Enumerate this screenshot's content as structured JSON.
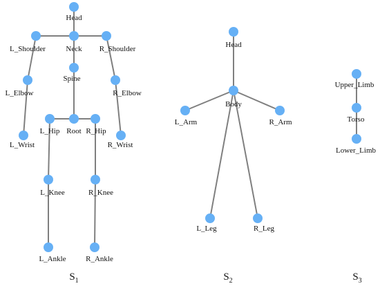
{
  "graphs": [
    {
      "id": "s1",
      "caption": {
        "letter": "S",
        "subscript": "1"
      },
      "nodes": [
        {
          "id": "head",
          "label": "Head"
        },
        {
          "id": "neck",
          "label": "Neck"
        },
        {
          "id": "lsh",
          "label": "L_Shoulder"
        },
        {
          "id": "rsh",
          "label": "R_Shoulder"
        },
        {
          "id": "spine",
          "label": "Spine"
        },
        {
          "id": "lelb",
          "label": "L_Elbow"
        },
        {
          "id": "relb",
          "label": "R_Elbow"
        },
        {
          "id": "lwr",
          "label": "L_Wrist"
        },
        {
          "id": "rwr",
          "label": "R_Wrist"
        },
        {
          "id": "root",
          "label": "Root"
        },
        {
          "id": "lhip",
          "label": "L_Hip"
        },
        {
          "id": "rhip",
          "label": "R_Hip"
        },
        {
          "id": "lknee",
          "label": "L_Knee"
        },
        {
          "id": "rknee",
          "label": "R_Knee"
        },
        {
          "id": "lank",
          "label": "L_Ankle"
        },
        {
          "id": "rank",
          "label": "R_Ankle"
        }
      ],
      "edges": [
        [
          "head",
          "neck"
        ],
        [
          "neck",
          "lsh"
        ],
        [
          "neck",
          "rsh"
        ],
        [
          "neck",
          "spine"
        ],
        [
          "lsh",
          "lelb"
        ],
        [
          "lelb",
          "lwr"
        ],
        [
          "rsh",
          "relb"
        ],
        [
          "relb",
          "rwr"
        ],
        [
          "spine",
          "root"
        ],
        [
          "root",
          "lhip"
        ],
        [
          "root",
          "rhip"
        ],
        [
          "lhip",
          "lknee"
        ],
        [
          "lknee",
          "lank"
        ],
        [
          "rhip",
          "rknee"
        ],
        [
          "rknee",
          "rank"
        ]
      ]
    },
    {
      "id": "s2",
      "caption": {
        "letter": "S",
        "subscript": "2"
      },
      "nodes": [
        {
          "id": "head",
          "label": "Head"
        },
        {
          "id": "body",
          "label": "Body"
        },
        {
          "id": "larm",
          "label": "L_Arm"
        },
        {
          "id": "rarm",
          "label": "R_Arm"
        },
        {
          "id": "lleg",
          "label": "L_Leg"
        },
        {
          "id": "rleg",
          "label": "R_Leg"
        }
      ],
      "edges": [
        [
          "head",
          "body"
        ],
        [
          "body",
          "larm"
        ],
        [
          "body",
          "rarm"
        ],
        [
          "body",
          "lleg"
        ],
        [
          "body",
          "rleg"
        ]
      ]
    },
    {
      "id": "s3",
      "caption": {
        "letter": "S",
        "subscript": "3"
      },
      "nodes": [
        {
          "id": "upper",
          "label": "Upper_Limb"
        },
        {
          "id": "torso",
          "label": "Torso"
        },
        {
          "id": "lower",
          "label": "Lower_Limb"
        }
      ],
      "edges": [
        [
          "upper",
          "torso"
        ],
        [
          "torso",
          "lower"
        ]
      ]
    }
  ],
  "colors": {
    "node": "#66b0f5",
    "edge": "#7f7f7f"
  }
}
